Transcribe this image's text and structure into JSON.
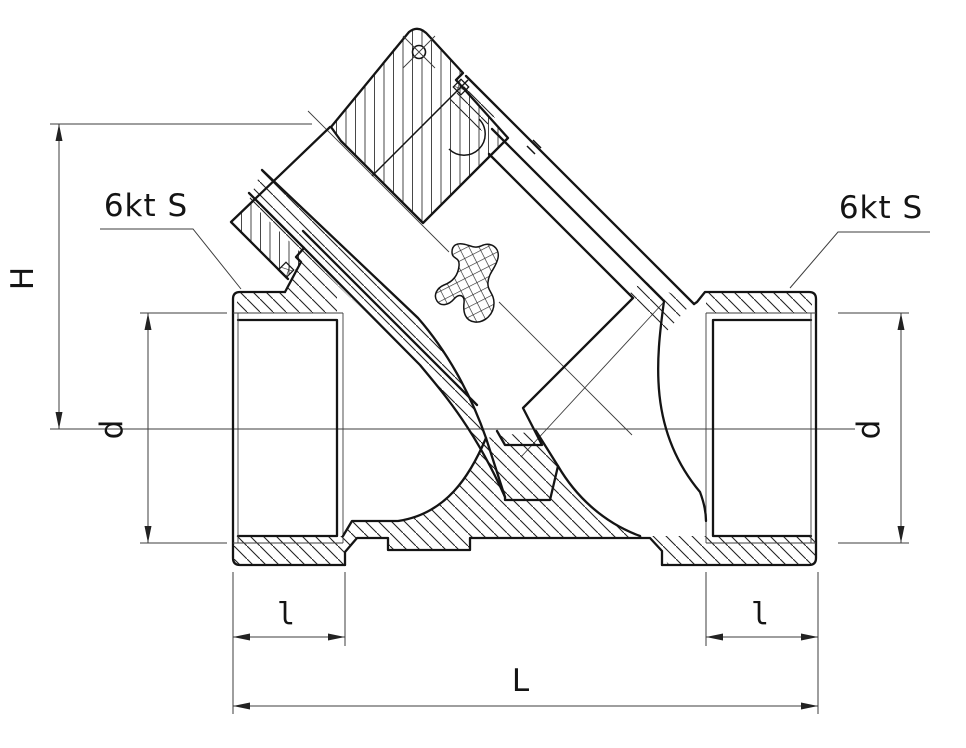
{
  "drawing": {
    "callouts": {
      "hex_left_label": "6kt S",
      "hex_right_label": "6kt S"
    },
    "dimensions": {
      "height_label": "H",
      "diameter_left_label": "d",
      "diameter_right_label": "d",
      "thread_length_left_label": "l",
      "thread_length_right_label": "l",
      "overall_length_label": "L"
    },
    "colors": {
      "background": "#ffffff",
      "outline": "#141414",
      "dimension_line": "#3d3d3d"
    }
  }
}
